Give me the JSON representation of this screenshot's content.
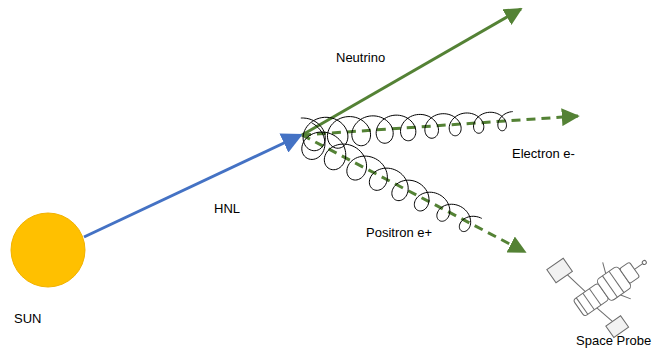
{
  "diagram": {
    "nodes": [
      {
        "text": [
          "SUN"
        ]
      }
    ],
    "edges": [],
    "labels": [
      "HNL",
      "Neutrino",
      "Electron e-",
      "Positron e+",
      "Space Probe"
    ]
  }
}
